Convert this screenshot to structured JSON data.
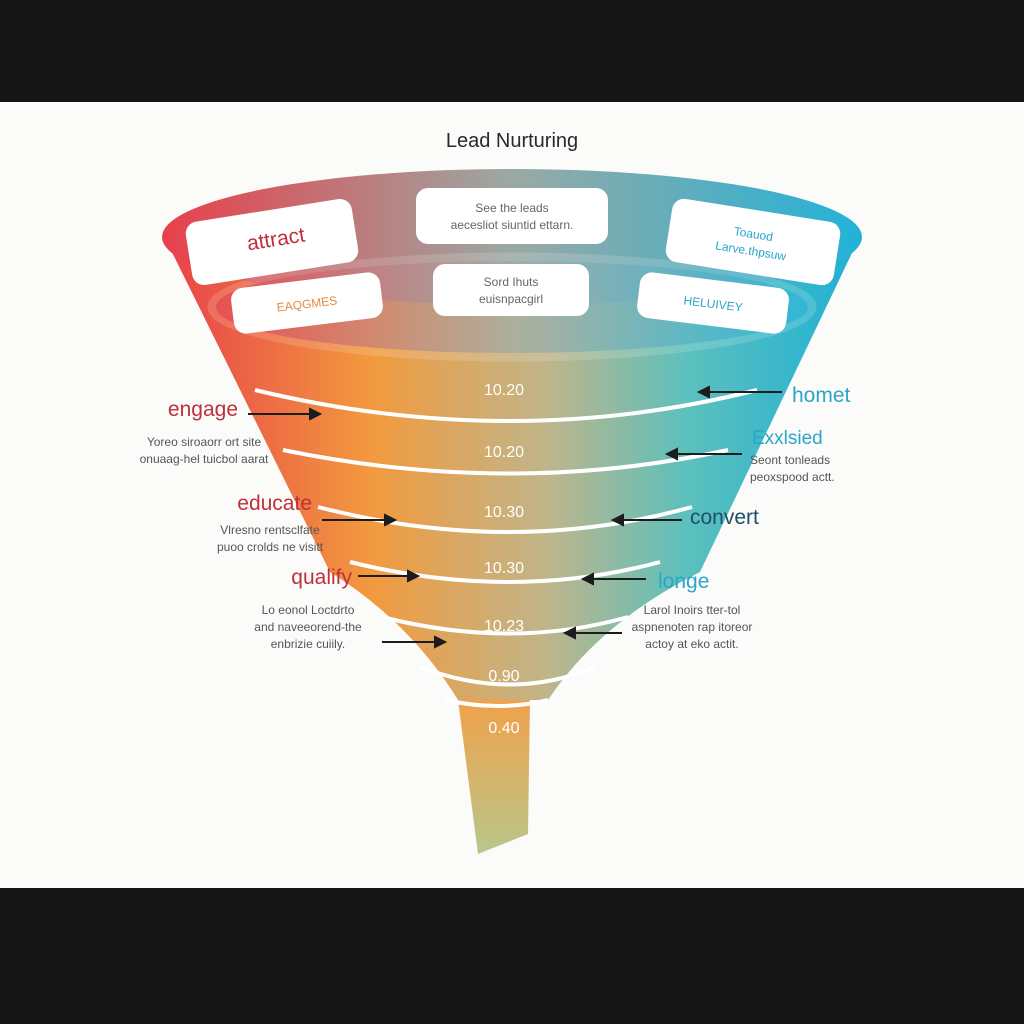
{
  "title": "Lead Nurturing",
  "colors": {
    "background": "#fbfbfa",
    "frame": "#161616",
    "gradient_left": "#e8404a",
    "gradient_mid_orange": "#f29a3e",
    "gradient_right": "#1fb0d6",
    "red_label": "#c0303a",
    "cyan_label": "#2aa6c8",
    "navy_label": "#1f4e66"
  },
  "top_boxes": {
    "outer": [
      {
        "text": "attract"
      },
      {
        "text": "See the leads\naecesliot siuntid ettarn."
      },
      {
        "text": "Toauod\nLarve.thpsuw"
      }
    ],
    "inner": [
      {
        "text": "EAQGMES"
      },
      {
        "text": "Sord Ihuts\neuisnpacgirl"
      },
      {
        "text": "HELUIVEY"
      }
    ]
  },
  "bands": [
    "10.20",
    "10.20",
    "10.30",
    "10.30",
    "10.23",
    "0.90",
    "0.40"
  ],
  "left_labels": [
    {
      "title": "engage",
      "desc": "Yoreo siroaorr ort site\nonuaag-hel tuicbol aarat"
    },
    {
      "title": "educate",
      "desc": "Vlresno rentsclfate\npuoo crolds ne visitt"
    },
    {
      "title": "qualify",
      "desc": "Lo eonol Loctdrto\nand naveeorend-the\nenbrizie cuiily."
    }
  ],
  "right_labels": [
    {
      "title": "homet",
      "desc": ""
    },
    {
      "title": "Exxlsied",
      "desc": "Seont tonleads\npeoxspood actt."
    },
    {
      "title": "convert",
      "desc": ""
    },
    {
      "title": "longe",
      "desc": "Larol Inoirs tter-tol\naspnenoten rap itoreor\nactoy at eko actit."
    }
  ]
}
